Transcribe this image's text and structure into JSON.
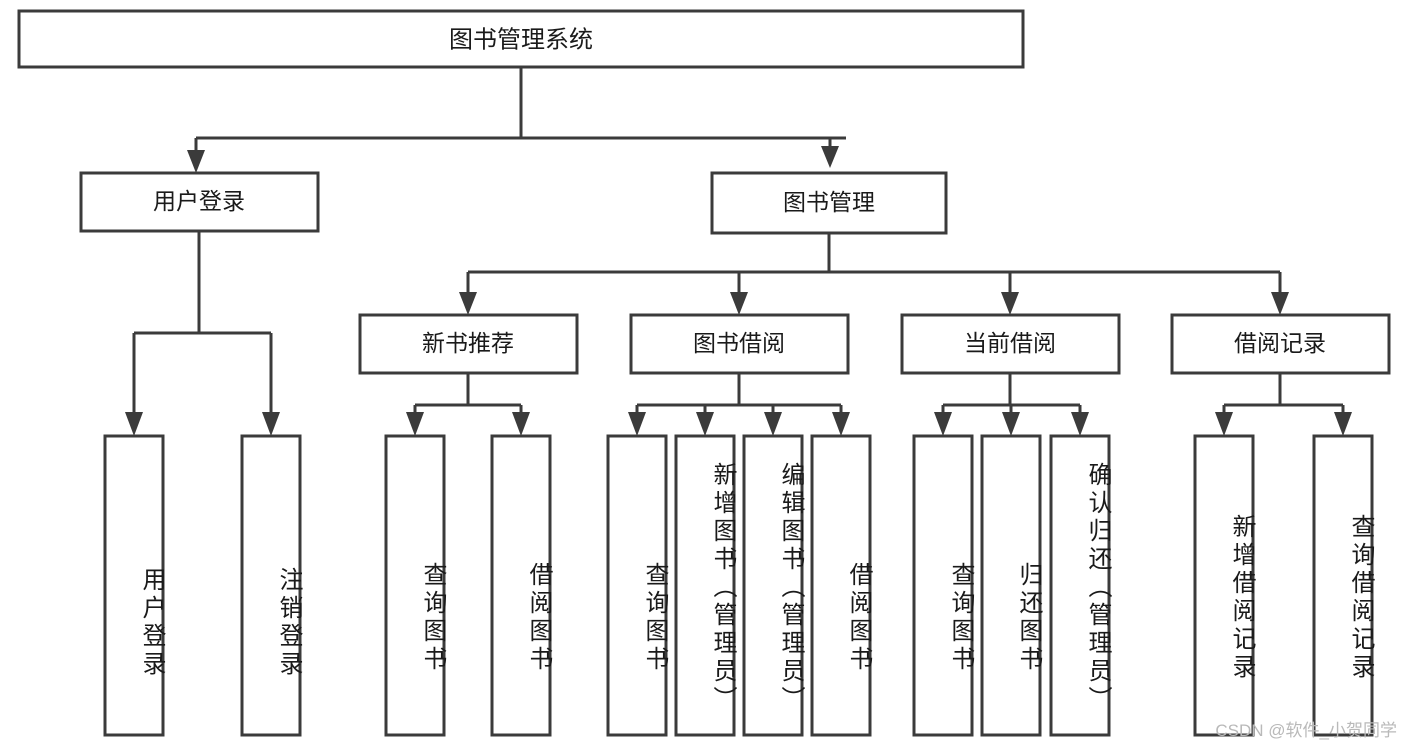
{
  "diagram": {
    "type": "tree-hierarchy-flowchart",
    "title": "图书管理系统",
    "root": {
      "id": "root",
      "label": "图书管理系统"
    },
    "level2": [
      {
        "id": "user-login",
        "label": "用户登录"
      },
      {
        "id": "book-management",
        "label": "图书管理"
      }
    ],
    "level3": [
      {
        "id": "new-book-recommend",
        "label": "新书推荐",
        "parent": "book-management"
      },
      {
        "id": "book-borrow",
        "label": "图书借阅",
        "parent": "book-management"
      },
      {
        "id": "current-borrow",
        "label": "当前借阅",
        "parent": "book-management"
      },
      {
        "id": "borrow-record",
        "label": "借阅记录",
        "parent": "book-management"
      }
    ],
    "leaves": {
      "user-login": [
        {
          "id": "leaf-user-login",
          "label": "用户登录"
        },
        {
          "id": "leaf-logout-login",
          "label": "注销登录"
        }
      ],
      "new-book-recommend": [
        {
          "id": "leaf-query-book-1",
          "label": "查询图书"
        },
        {
          "id": "leaf-borrow-book-1",
          "label": "借阅图书"
        }
      ],
      "book-borrow": [
        {
          "id": "leaf-query-book-2",
          "label": "查询图书"
        },
        {
          "id": "leaf-add-book",
          "label": "新增图书（管理员）"
        },
        {
          "id": "leaf-edit-book",
          "label": "编辑图书（管理员）"
        },
        {
          "id": "leaf-borrow-book-2",
          "label": "借阅图书"
        }
      ],
      "current-borrow": [
        {
          "id": "leaf-query-book-3",
          "label": "查询图书"
        },
        {
          "id": "leaf-return-book",
          "label": "归还图书"
        },
        {
          "id": "leaf-confirm-return",
          "label": "确认归还（管理员）"
        }
      ],
      "borrow-record": [
        {
          "id": "leaf-add-record",
          "label": "新增借阅记录"
        },
        {
          "id": "leaf-query-record",
          "label": "查询借阅记录"
        }
      ]
    },
    "colors": {
      "stroke": "#3b3b3b",
      "box_fill": "#ffffff",
      "text": "#1a1a1a",
      "background": "#ffffff",
      "watermark": "#b9b9b9"
    }
  },
  "watermark": {
    "text": "CSDN @软件_小贺同学"
  }
}
